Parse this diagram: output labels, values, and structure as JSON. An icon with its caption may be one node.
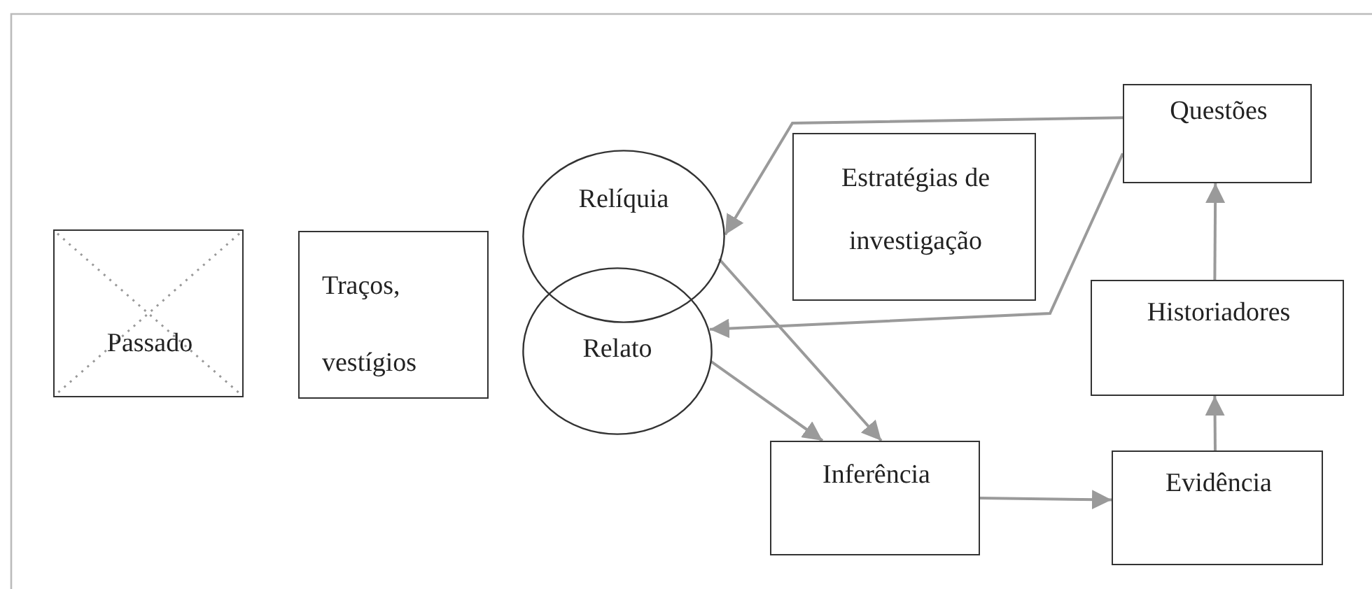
{
  "diagram": {
    "nodes": [
      {
        "text": [
          "Passado"
        ]
      },
      {
        "text": [
          "Traços, vestígios"
        ]
      },
      {
        "text": [
          "Relíquia"
        ]
      },
      {
        "text": [
          "Relato"
        ]
      },
      {
        "text": [
          "Estratégias de investigação"
        ]
      },
      {
        "text": [
          "Questões"
        ]
      },
      {
        "text": [
          "Historiadores"
        ]
      },
      {
        "text": [
          "Inferência"
        ]
      },
      {
        "text": [
          "Evidência"
        ]
      }
    ],
    "edges": [
      {
        "from": 5,
        "to": 2,
        "arrow": "to"
      },
      {
        "from": 5,
        "to": 3,
        "arrow": "to"
      },
      {
        "from": 2,
        "to": 7,
        "arrow": "to"
      },
      {
        "from": 3,
        "to": 7,
        "arrow": "to"
      },
      {
        "from": 7,
        "to": 8,
        "arrow": "to"
      },
      {
        "from": 8,
        "to": 6,
        "arrow": "to"
      },
      {
        "from": 6,
        "to": 5,
        "arrow": "to"
      }
    ]
  }
}
